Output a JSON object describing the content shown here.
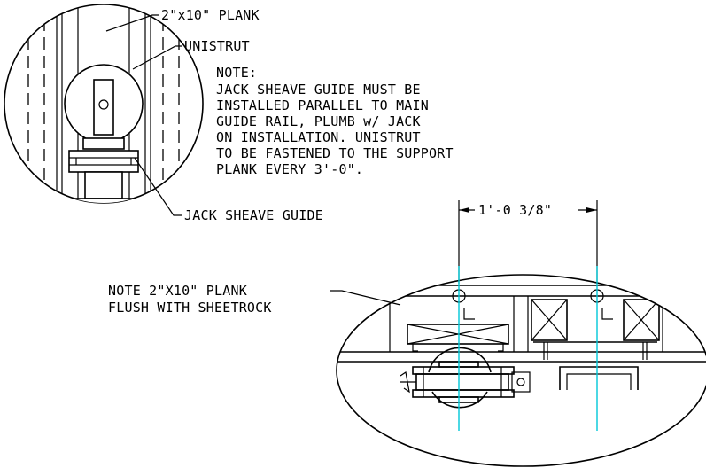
{
  "labels": {
    "plank_2x10": "2\"x10\"  PLANK",
    "unistrut": "UNISTRUT",
    "jack_sheave_guide": "JACK SHEAVE GUIDE",
    "dimension": "1'-0 3/8\"",
    "note_plank_line1": "NOTE 2\"X10\"  PLANK",
    "note_plank_line2": "FLUSH WITH SHEETROCK"
  },
  "note": {
    "heading": "NOTE:",
    "lines": [
      "JACK SHEAVE GUIDE MUST BE",
      "INSTALLED PARALLEL TO MAIN",
      "GUIDE RAIL,  PLUMB w/ JACK",
      "ON INSTALLATION.  UNISTRUT",
      "TO BE FASTENED TO THE SUPPORT",
      "PLANK EVERY 3'-0\"."
    ]
  },
  "colors": {
    "linework": "#000000",
    "centerline": "#00c8d8",
    "background": "#ffffff"
  }
}
